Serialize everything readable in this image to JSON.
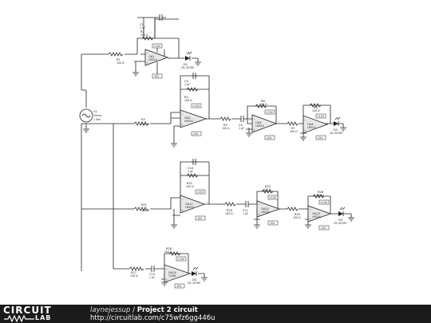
{
  "footer": {
    "brand_top": "CIRCUIT",
    "brand_bottom": "LAB",
    "username": "laynejessup",
    "separator": "/",
    "project_title": "Project 2 circuit",
    "url": "http://circuitlab.com/c75wfz6gg446u"
  },
  "source": {
    "name": "V1",
    "amp": "1Vrms",
    "freq": "1 kHz"
  },
  "opamps": [
    {
      "name": "OA1",
      "model": "LM324"
    },
    {
      "name": "OA3",
      "model": "LM324"
    },
    {
      "name": "OA5",
      "model": "LM324"
    },
    {
      "name": "OA4",
      "model": "LM324"
    },
    {
      "name": "OA11",
      "model": "LM324"
    },
    {
      "name": "OA12",
      "model": "LM324"
    },
    {
      "name": "OA13",
      "model": "LM324"
    },
    {
      "name": "OA14",
      "model": "TL081"
    }
  ],
  "resistors": [
    {
      "name": "R2",
      "value": "100 Ω"
    },
    {
      "name": "R1",
      "value": "100 Ω"
    },
    {
      "name": "R4",
      "value": "100 Ω"
    },
    {
      "name": "R3",
      "value": "100 Ω"
    },
    {
      "name": "R5",
      "value": "100 Ω"
    },
    {
      "name": "R6",
      "value": "100 Ω"
    },
    {
      "name": "R7",
      "value": "100 Ω"
    },
    {
      "name": "R8",
      "value": "100 Ω"
    },
    {
      "name": "R22",
      "value": "100 Ω"
    },
    {
      "name": "R21",
      "value": "100 Ω"
    },
    {
      "name": "R23",
      "value": "100 Ω"
    },
    {
      "name": "R24",
      "value": "100 Ω"
    },
    {
      "name": "R25",
      "value": "100 Ω"
    },
    {
      "name": "R26",
      "value": "100 Ω"
    },
    {
      "name": "R27",
      "value": "100 Ω"
    },
    {
      "name": "R28",
      "value": "100 Ω"
    }
  ],
  "capacitors": [
    {
      "name": "C1",
      "value": "1 μF"
    },
    {
      "name": "C4",
      "value": "1 μF"
    },
    {
      "name": "C5",
      "value": "1 μF"
    },
    {
      "name": "C10",
      "value": "1 μF"
    },
    {
      "name": "C11",
      "value": "1 μF"
    },
    {
      "name": "C13",
      "value": "1 μF"
    }
  ],
  "leds": [
    {
      "name": "D1",
      "model": "LTL-307EE"
    },
    {
      "name": "D2",
      "model": "LTL-307EE"
    },
    {
      "name": "D3",
      "model": "LTL-307EE"
    },
    {
      "name": "D4",
      "model": "LTL-307EE"
    }
  ],
  "supply": {
    "pos": "+15V",
    "neg": "-15V"
  }
}
